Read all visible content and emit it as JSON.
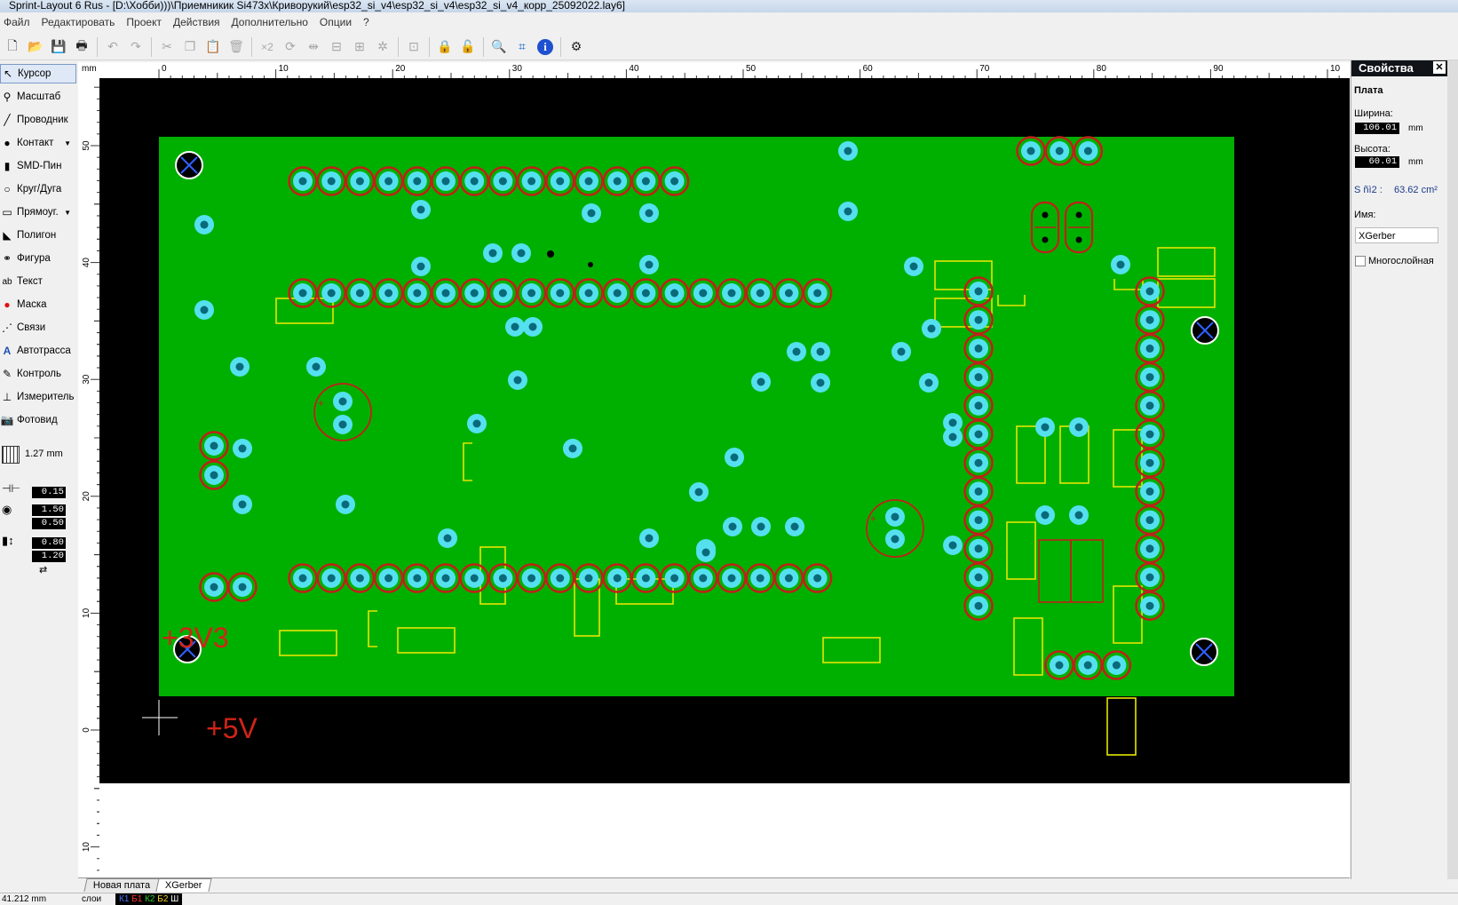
{
  "window": {
    "title": "Sprint-Layout 6 Rus - [D:\\Хобби)))\\Приемникик Si473x\\Криворукий\\esp32_si_v4\\esp32_si_v4\\esp32_si_v4_корр_25092022.lay6]"
  },
  "menu": [
    "Файл",
    "Редактировать",
    "Проект",
    "Действия",
    "Дополнительно",
    "Опции",
    "?"
  ],
  "toolbar": {
    "zoom_label": "×2"
  },
  "tools": [
    {
      "label": "Курсор",
      "icon": "cursor-icon",
      "active": true
    },
    {
      "label": "Масштаб",
      "icon": "zoom-icon"
    },
    {
      "label": "Проводник",
      "icon": "track-icon"
    },
    {
      "label": "Контакт",
      "icon": "pad-icon",
      "dropdown": true
    },
    {
      "label": "SMD-Пин",
      "icon": "smd-pad-icon"
    },
    {
      "label": "Круг/Дуга",
      "icon": "circle-icon"
    },
    {
      "label": "Прямоуг.",
      "icon": "rectangle-icon",
      "dropdown": true
    },
    {
      "label": "Полигон",
      "icon": "polygon-icon"
    },
    {
      "label": "Фигура",
      "icon": "shape-icon"
    },
    {
      "label": "Текст",
      "icon": "text-icon"
    },
    {
      "label": "Маска",
      "icon": "mask-icon"
    },
    {
      "label": "Связи",
      "icon": "connections-icon"
    },
    {
      "label": "Автотрасса",
      "icon": "autoroute-icon"
    },
    {
      "label": "Контроль",
      "icon": "drc-icon"
    },
    {
      "label": "Измеритель",
      "icon": "measure-icon"
    },
    {
      "label": "Фотовид",
      "icon": "photoview-icon"
    }
  ],
  "grid": {
    "value": "1.27 mm"
  },
  "params": {
    "track_width": "0.15",
    "pad_outer": "1.50",
    "pad_inner": "0.50",
    "smd_w": "0.80",
    "smd_h": "1.20"
  },
  "ruler": {
    "unit": "mm",
    "h_ticks": [
      "0",
      "10",
      "20",
      "30",
      "40",
      "50",
      "60",
      "70",
      "80",
      "90",
      "10"
    ],
    "v_ticks": [
      "50",
      "40",
      "30",
      "20",
      "10",
      "0",
      "10"
    ]
  },
  "board": {
    "labels": {
      "v33": "+3V3",
      "v5": "+5V"
    },
    "colors": {
      "bg": "#000000",
      "copper": "#00b000",
      "pad": "#55e0f0",
      "ring": "#c0201a",
      "silk": "#e6e600",
      "mount": "#0000aa"
    }
  },
  "props": {
    "title": "Свойства",
    "section": "Плата",
    "width_label": "Ширина:",
    "width": "106.01",
    "unit": "mm",
    "height_label": "Высота:",
    "height": "60.01",
    "area_label": "S ñì2 :",
    "area": "63.62 cm²",
    "name_label": "Имя:",
    "name": "XGerber",
    "multilayer": "Многослойная"
  },
  "tabs": [
    "Новая плата",
    "XGerber"
  ],
  "status": {
    "coord": "41.212 mm",
    "layers_label": "слои",
    "layers": [
      "К1",
      "Б1",
      "К2",
      "Б2",
      "Ш"
    ]
  }
}
